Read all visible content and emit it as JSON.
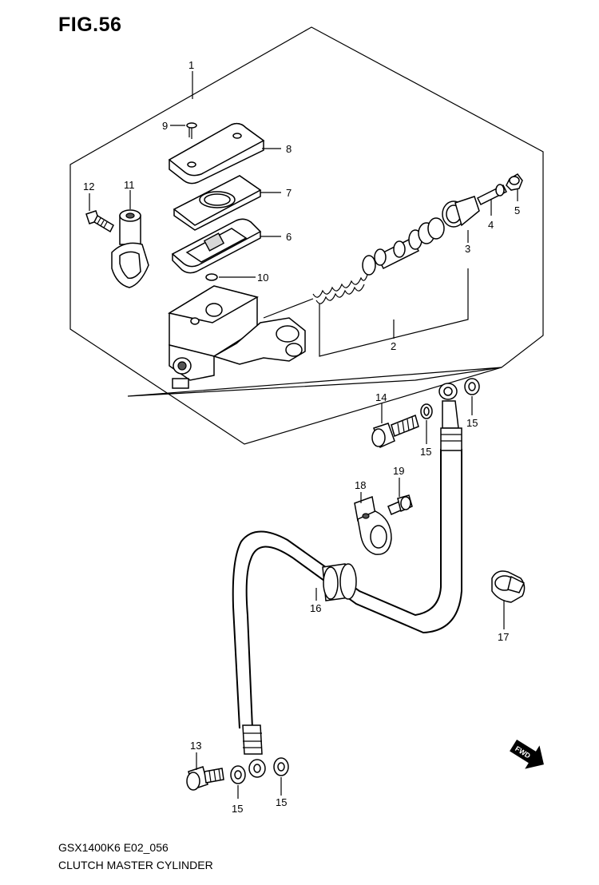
{
  "figure": {
    "title": "FIG.56",
    "model_code": "GSX1400K6 E02_056",
    "caption": "CLUTCH MASTER CYLINDER"
  },
  "callouts": {
    "c1": "1",
    "c2": "2",
    "c3": "3",
    "c4": "4",
    "c5": "5",
    "c6": "6",
    "c7": "7",
    "c8": "8",
    "c9": "9",
    "c10": "10",
    "c11": "11",
    "c12": "12",
    "c13": "13",
    "c14": "14",
    "c15a": "15",
    "c15b": "15",
    "c15c": "15",
    "c15d": "15",
    "c16": "16",
    "c17": "17",
    "c18": "18",
    "c19": "19"
  },
  "direction_marker": "FWD"
}
